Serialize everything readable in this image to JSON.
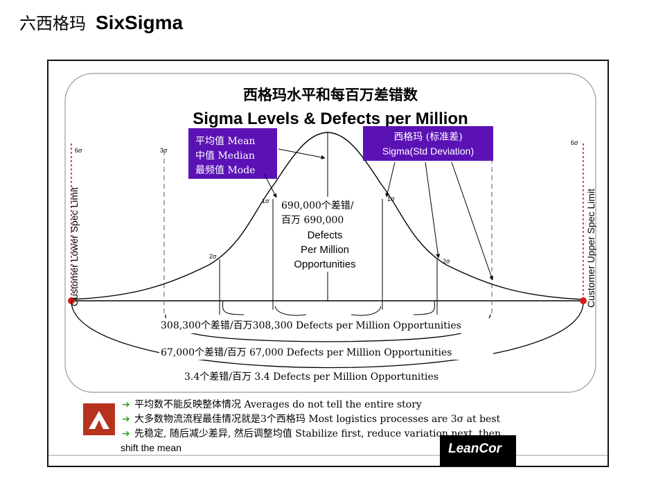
{
  "page": {
    "title_cn": "六西格玛",
    "title_en": "SixSigma"
  },
  "diagram": {
    "title_cn": "西格玛水平和每百万差错数",
    "title_en": "Sigma Levels & Defects per Million",
    "callout_left": [
      "平均值  Mean",
      "中值   Median",
      "最频值  Mode"
    ],
    "callout_right": [
      "西格玛 (标准差)",
      "Sigma(Std Deviation)"
    ],
    "center_text": [
      "690,000个差错/",
      "百万    690,000",
      "Defects",
      "Per Million",
      "Opportunities"
    ],
    "sigma_marks": {
      "s1_left": "1σ",
      "s1_right": "1σ",
      "s2_left": "2σ",
      "s2_right": "2σ",
      "s3_left": "3σ",
      "s6_left": "6σ",
      "s6_right": "6σ"
    },
    "spec_limits": {
      "lower": "Customer Lower Spec Limit",
      "upper": "Customer Upper Spec Limit"
    },
    "ranges": [
      "308,300个差错/百万308,300 Defects per Million Opportunities",
      "67,000个差错/百万 67,000 Defects per Million Opportunities",
      "3.4个差错/百万 3.4 Defects per Million Opportunities"
    ],
    "notes": [
      "平均数不能反映整体情况   Averages do not tell the entire story",
      "大多数物流流程最佳情况就是3个西格玛   Most logistics processes are 3σ at best",
      "先稳定, 随后减少差异, 然后调整均值   Stabilize first, reduce variation next, then"
    ],
    "note_tail": "shift the mean",
    "logo_text": "LeanCor",
    "colors": {
      "callout_bg": "#5b12b5",
      "spec_line": "#d81b1b",
      "logo_bg": "#b5331c",
      "arrow": "#3a9c2a"
    }
  }
}
